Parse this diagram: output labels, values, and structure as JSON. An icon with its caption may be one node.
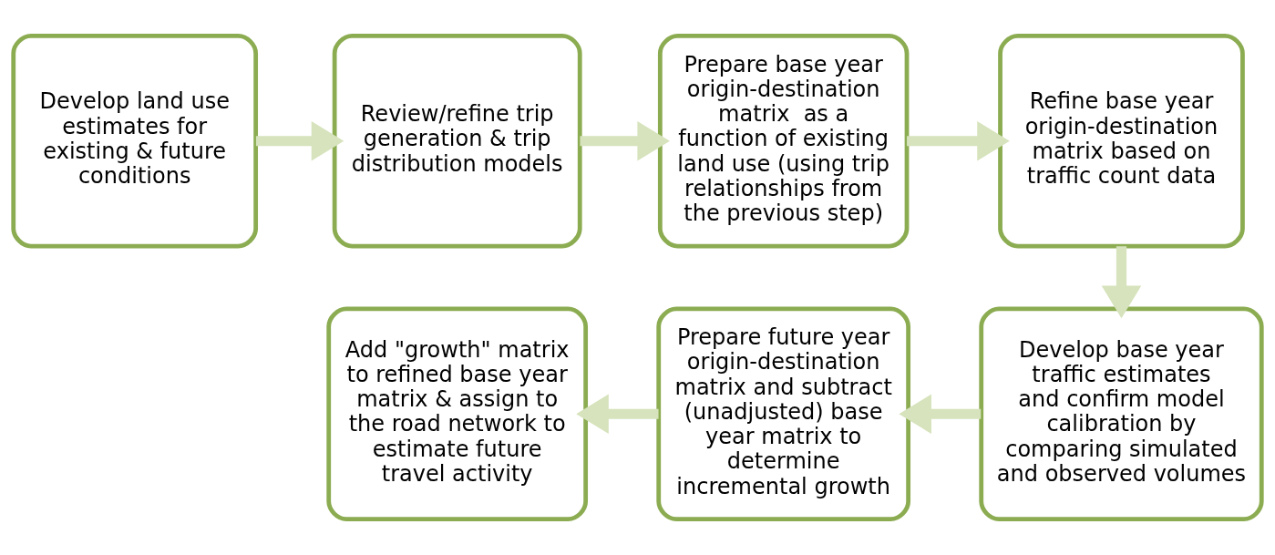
{
  "diagram": {
    "nodes": [
      {
        "text": [
          "Develop land use estimates for existing & future conditions"
        ]
      },
      {
        "text": [
          "Review/refine trip generation & trip distribution models"
        ]
      },
      {
        "text": [
          "Prepare base year origin-destination matrix  as a function of existing land use (using trip relationships from the previous step)"
        ]
      },
      {
        "text": [
          "Refine base year origin-destination matrix based on traffic count data"
        ]
      },
      {
        "text": [
          "Develop base year traffic estimates and confirm model calibration by comparing simulated and observed volumes"
        ]
      },
      {
        "text": [
          "Prepare future year origin-destination matrix and subtract (unadjusted) base year matrix to determine incremental growth"
        ]
      },
      {
        "text": [
          "Add \"growth\" matrix to refined base year matrix & assign to the road network to estimate future travel activity"
        ]
      }
    ],
    "edges": [
      {
        "from": 0,
        "to": 1,
        "arrow": "to"
      },
      {
        "from": 1,
        "to": 2,
        "arrow": "to"
      },
      {
        "from": 2,
        "to": 3,
        "arrow": "to"
      },
      {
        "from": 3,
        "to": 4,
        "arrow": "to"
      },
      {
        "from": 4,
        "to": 5,
        "arrow": "to"
      },
      {
        "from": 5,
        "to": 6,
        "arrow": "to"
      }
    ]
  }
}
